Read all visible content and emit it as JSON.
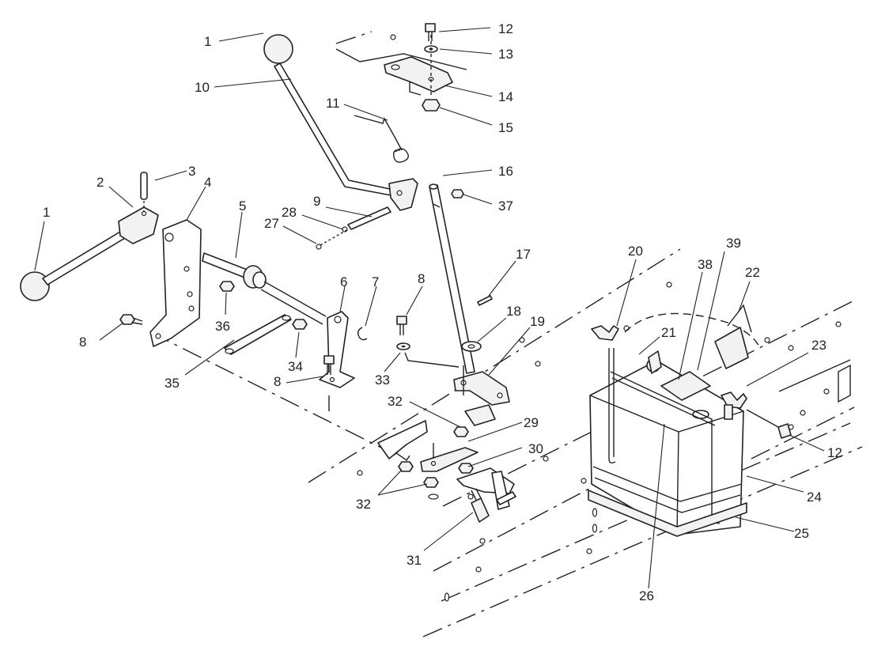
{
  "callouts": [
    {
      "id": "c1a",
      "text": "1"
    },
    {
      "id": "c10",
      "text": "10"
    },
    {
      "id": "c11",
      "text": "11"
    },
    {
      "id": "c12a",
      "text": "12"
    },
    {
      "id": "c13",
      "text": "13"
    },
    {
      "id": "c14",
      "text": "14"
    },
    {
      "id": "c15",
      "text": "15"
    },
    {
      "id": "c16",
      "text": "16"
    },
    {
      "id": "c37",
      "text": "37"
    },
    {
      "id": "c2",
      "text": "2"
    },
    {
      "id": "c3",
      "text": "3"
    },
    {
      "id": "c4",
      "text": "4"
    },
    {
      "id": "c1b",
      "text": "1"
    },
    {
      "id": "c5",
      "text": "5"
    },
    {
      "id": "c9",
      "text": "9"
    },
    {
      "id": "c28",
      "text": "28"
    },
    {
      "id": "c27",
      "text": "27"
    },
    {
      "id": "c6",
      "text": "6"
    },
    {
      "id": "c7",
      "text": "7"
    },
    {
      "id": "c8a",
      "text": "8"
    },
    {
      "id": "c17",
      "text": "17"
    },
    {
      "id": "c18",
      "text": "18"
    },
    {
      "id": "c19",
      "text": "19"
    },
    {
      "id": "c20",
      "text": "20"
    },
    {
      "id": "c39",
      "text": "39"
    },
    {
      "id": "c38",
      "text": "38"
    },
    {
      "id": "c22",
      "text": "22"
    },
    {
      "id": "c21",
      "text": "21"
    },
    {
      "id": "c23",
      "text": "23"
    },
    {
      "id": "c8b",
      "text": "8"
    },
    {
      "id": "c36",
      "text": "36"
    },
    {
      "id": "c34",
      "text": "34"
    },
    {
      "id": "c8c",
      "text": "8"
    },
    {
      "id": "c33",
      "text": "33"
    },
    {
      "id": "c35",
      "text": "35"
    },
    {
      "id": "c32a",
      "text": "32"
    },
    {
      "id": "c29",
      "text": "29"
    },
    {
      "id": "c30",
      "text": "30"
    },
    {
      "id": "c32b",
      "text": "32"
    },
    {
      "id": "c31",
      "text": "31"
    },
    {
      "id": "c12b",
      "text": "12"
    },
    {
      "id": "c24",
      "text": "24"
    },
    {
      "id": "c25",
      "text": "25"
    },
    {
      "id": "c26",
      "text": "26"
    }
  ]
}
